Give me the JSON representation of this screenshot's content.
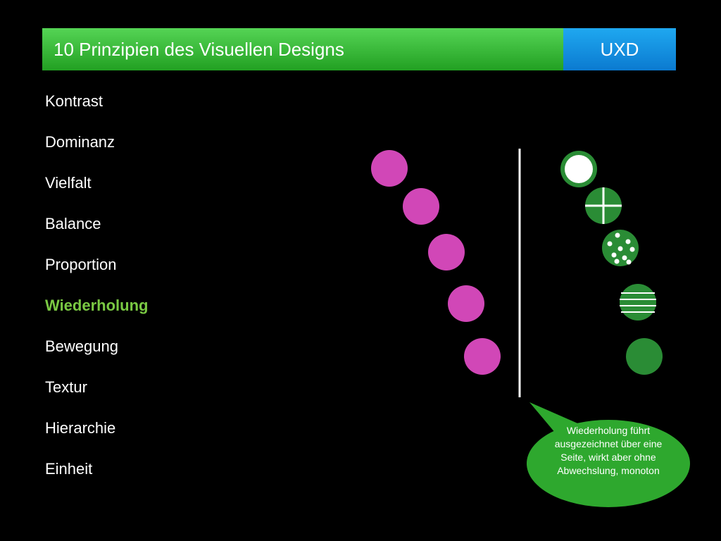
{
  "header": {
    "title": "10 Prinzipien des Visuellen Designs",
    "tag": "UXD"
  },
  "principles": [
    {
      "label": "Kontrast",
      "active": false
    },
    {
      "label": "Dominanz",
      "active": false
    },
    {
      "label": "Vielfalt",
      "active": false
    },
    {
      "label": "Balance",
      "active": false
    },
    {
      "label": "Proportion",
      "active": false
    },
    {
      "label": "Wiederholung",
      "active": true
    },
    {
      "label": "Bewegung",
      "active": false
    },
    {
      "label": "Textur",
      "active": false
    },
    {
      "label": "Hierarchie",
      "active": false
    },
    {
      "label": "Einheit",
      "active": false
    }
  ],
  "callout": {
    "text": "Wiederholung führt ausgezeichnet über eine Seite, wirkt aber ohne Abwechslung, monoton"
  },
  "colors": {
    "header_green": "#3cbf3c",
    "header_blue": "#1590e0",
    "active_text": "#7ac943",
    "pink_circle": "#d147b7",
    "green_circle": "#2a8c35",
    "callout_green": "#2ea82e"
  }
}
